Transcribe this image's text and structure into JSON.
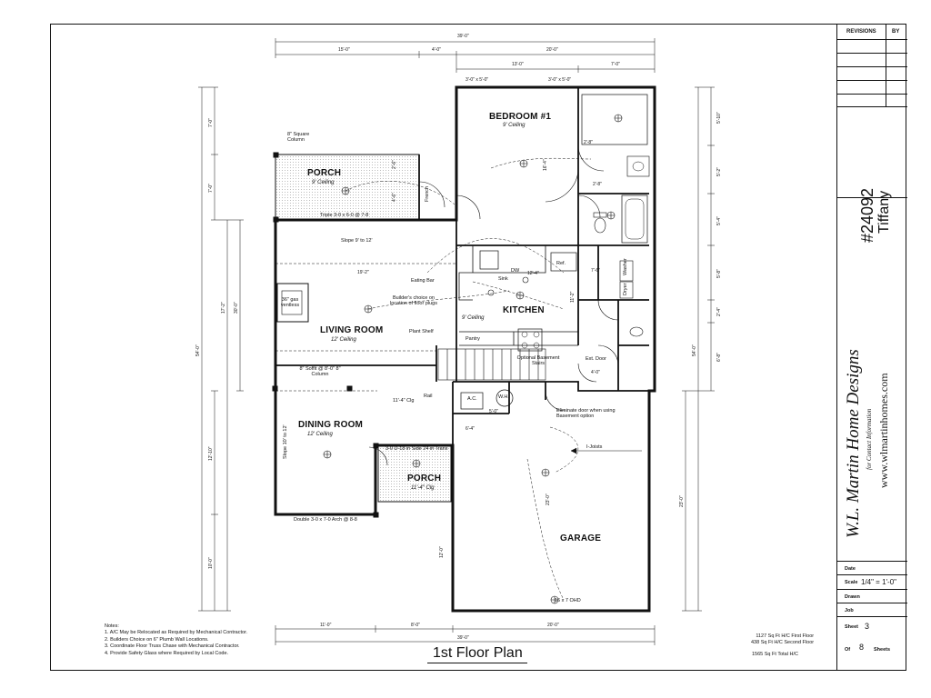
{
  "sheet_title": "1st Floor Plan",
  "rooms": {
    "bedroom": {
      "name": "BEDROOM #1",
      "ceiling": "9' Ceiling"
    },
    "porch_top": {
      "name": "PORCH",
      "ceiling": "9' Ceiling"
    },
    "living": {
      "name": "LIVING ROOM",
      "ceiling": "12' Ceiling"
    },
    "kitchen": {
      "name": "KITCHEN",
      "ceiling": "9' Ceiling"
    },
    "dining": {
      "name": "DINING ROOM",
      "ceiling": "12' Ceiling"
    },
    "porch_front": {
      "name": "PORCH",
      "ceiling": "11'-4\" Clg"
    },
    "garage": {
      "name": "GARAGE"
    }
  },
  "annotations": {
    "column": "8\" Square Column",
    "triple": "Triple 3-0 x 6-0 @ 7-8",
    "slope_living": "Slope 9' to 12'",
    "eating_bar": "Eating Bar",
    "builders_choice": "Builder's choice on location of floor plugs",
    "gas_vent": "36\" gas ventless",
    "plant_shelf": "Plant Shelf",
    "pantry": "Pantry",
    "soffit": "8\" Soffit @ 8'-0\" 8\" Column",
    "clg_11": "11'-4\" Clg",
    "rail": "Rail",
    "slope_dining": "Slope 10' to 12'",
    "side_lights": "3-0 D-18 in Side 24 in Trans",
    "double_arch": "Double 3-0 x 7-0 Arch @ 8-8",
    "basement": "Optional Basement Stairs",
    "eliminate_door": "Eliminate door when using Basement option",
    "ac": "A.C.",
    "wh": "W.H.",
    "ohd": "16 x 7 OHD",
    "joists": "I-Joists",
    "sink": "Sink",
    "dw": "DW",
    "ref": "Ref.",
    "ext_door": "Ext. Door",
    "french": "French",
    "dryer": "Dryer",
    "washer": "Washer"
  },
  "dimensions": {
    "top_total": "39'-0\"",
    "top_a": "15'-0\"",
    "top_b": "4'-0\"",
    "top_c": "20'-0\"",
    "top_d": "13'-0\"",
    "top_e": "7'-0\"",
    "win_a": "3'-0\" x 5'-0\"",
    "win_b": "3'-0\" x 5'-0\"",
    "bottom_a": "11'-0\"",
    "bottom_b": "8'-0\"",
    "bottom_c": "20'-0\"",
    "bottom_total": "39'-0\"",
    "left_a": "7'-0\"",
    "left_b": "7'-0\"",
    "left_c": "17'-2\"",
    "left_d": "30'-0\"",
    "left_total": "54'-0\"",
    "left_e": "12'-10\"",
    "left_f": "10'-0\"",
    "right_a": "5'-10\"",
    "right_b": "5'-2\"",
    "right_c": "5'-4\"",
    "right_d": "5'-8\"",
    "right_e": "2'-4\"",
    "right_f": "6'-8\"",
    "right_total": "54'-0\"",
    "right_g": "23'-0\"",
    "living_w": "19'-2\"",
    "kitchen_w": "12'-4\"",
    "kitchen_h": "11'-2\"",
    "bed_h": "16'-4\"",
    "garage_h": "23'-0\"",
    "garage_h2": "12'-0\"",
    "d_26": "2'-6\"",
    "d_28": "2'-8\"",
    "d_76": "7'-6\"",
    "d_40": "4'-0\"",
    "d_50": "5'-0\"",
    "d_64": "6'-4\"",
    "d_46": "4'-6\""
  },
  "notes": {
    "heading": "Notes:",
    "items": [
      "1. A/C May be Relocated as Required by Mechanical Contractor.",
      "2. Builders Choice on 6\" Plumb Wall Locations.",
      "3. Coordinate Floor Truss Chase with Mechanical Contractor.",
      "4. Provide Safety Glass where Required by Local Code."
    ]
  },
  "areas": {
    "first": "1127 Sq Ft H/C First Floor",
    "second": "438 Sq Ft H/C Second Floor",
    "total": "1565 Sq Ft Total H/C"
  },
  "titleblock": {
    "revisions": "REVISIONS",
    "by": "BY",
    "plan_no": "#24092",
    "plan_name": "Tiffany",
    "company": "W.L. Martin Home Designs",
    "contact": "for Contact Information",
    "website": "www.wlmartinhomes.com",
    "date_label": "Date",
    "scale_label": "Scale",
    "scale_value": "1/4\" = 1'-0\"",
    "drawn_label": "Drawn",
    "job_label": "Job",
    "sheet_label": "Sheet",
    "sheet_value": "3",
    "of_label": "Of",
    "of_value": "8",
    "sheets_label": "Sheets"
  }
}
